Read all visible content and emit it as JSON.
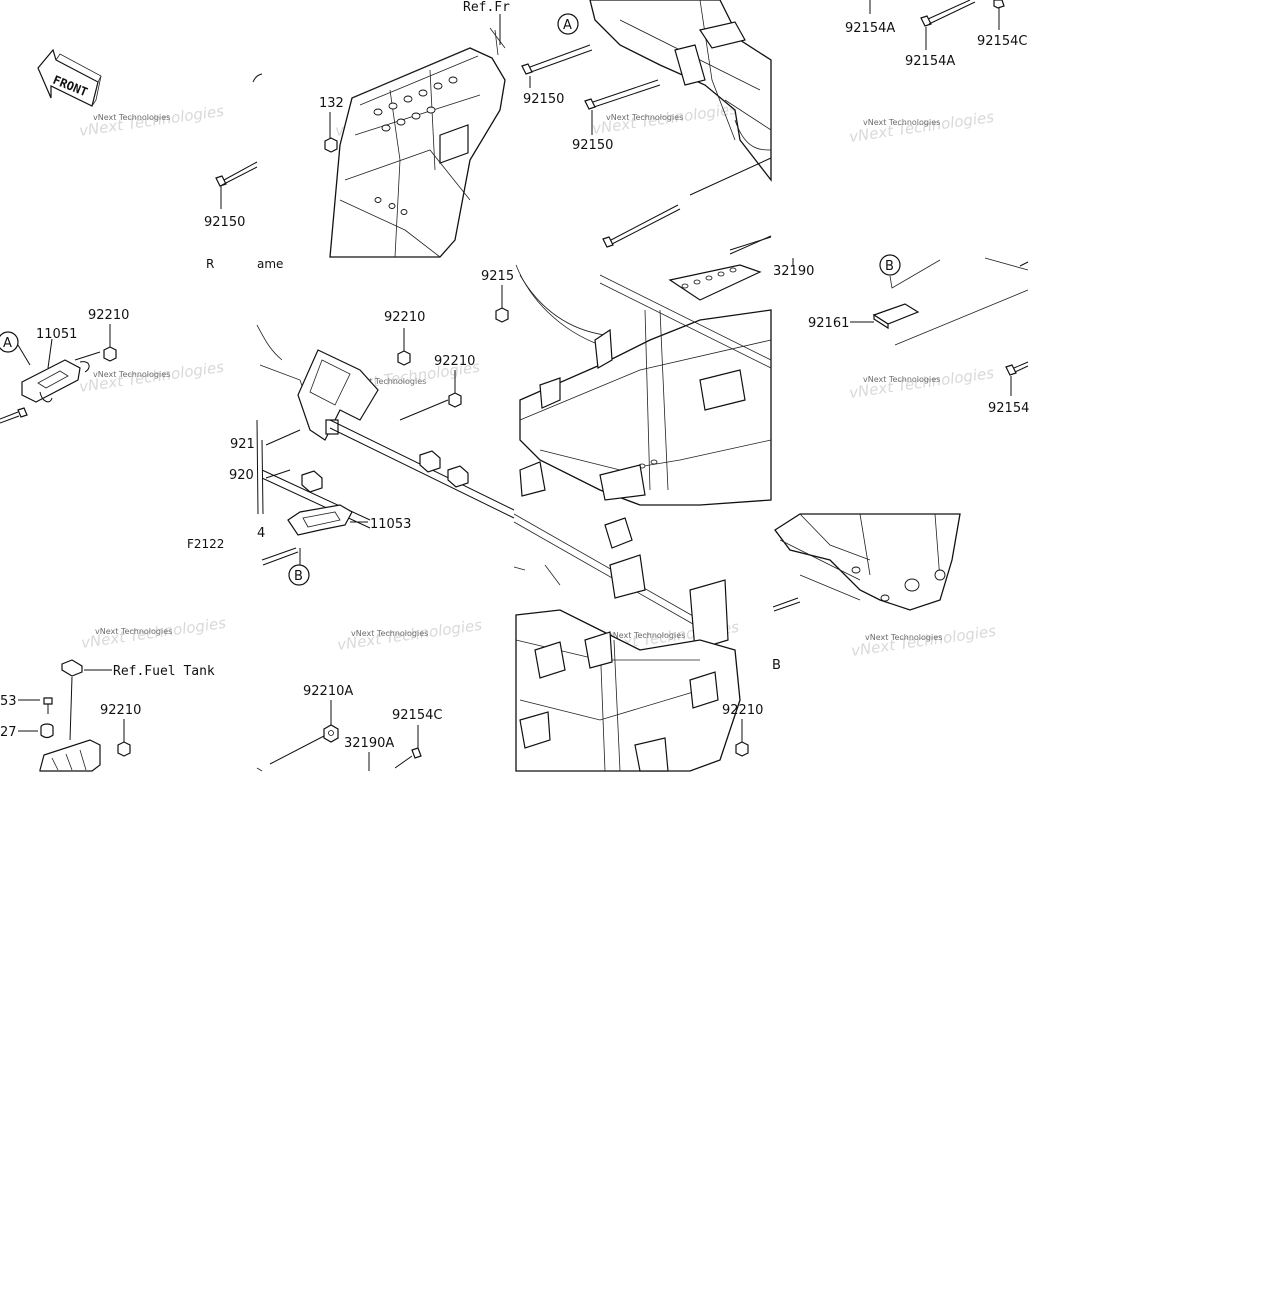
{
  "diagram": {
    "front_arrow_label": "FRONT",
    "figure_code": "F2122",
    "watermark": "vNext Technologies",
    "callouts": {
      "A": "A",
      "B": "B"
    },
    "labels": [
      {
        "id": "ref-frame-top",
        "text": "Ref.Fr"
      },
      {
        "id": "132",
        "text": "132"
      },
      {
        "id": "92150-left",
        "text": "92150"
      },
      {
        "id": "ame",
        "text": "ame"
      },
      {
        "id": "92150-a",
        "text": "92150"
      },
      {
        "id": "92150-b",
        "text": "92150"
      },
      {
        "id": "92154A-1",
        "text": "92154A"
      },
      {
        "id": "92154A-2",
        "text": "92154A"
      },
      {
        "id": "92154C-top",
        "text": "92154C"
      },
      {
        "id": "92210-1",
        "text": "92210"
      },
      {
        "id": "11051",
        "text": "11051"
      },
      {
        "id": "92210-2",
        "text": "92210"
      },
      {
        "id": "92210-3",
        "text": "92210"
      },
      {
        "id": "9215-mid",
        "text": "9215"
      },
      {
        "id": "32190",
        "text": "32190"
      },
      {
        "id": "92161",
        "text": "92161"
      },
      {
        "id": "92154-right",
        "text": "92154"
      },
      {
        "id": "921-cut",
        "text": "921"
      },
      {
        "id": "920-cut",
        "text": "920"
      },
      {
        "id": "4-cut",
        "text": "4"
      },
      {
        "id": "11053",
        "text": "11053"
      },
      {
        "id": "ref-fuel-tank",
        "text": "Ref.Fuel Tank"
      },
      {
        "id": "53-cut",
        "text": "53"
      },
      {
        "id": "27-cut",
        "text": "27"
      },
      {
        "id": "92210-4",
        "text": "92210"
      },
      {
        "id": "92210A",
        "text": "92210A"
      },
      {
        "id": "92154C-bottom",
        "text": "92154C"
      },
      {
        "id": "32190A",
        "text": "32190A"
      },
      {
        "id": "92210-5",
        "text": "92210"
      },
      {
        "id": "B-edge",
        "text": "B"
      }
    ]
  }
}
